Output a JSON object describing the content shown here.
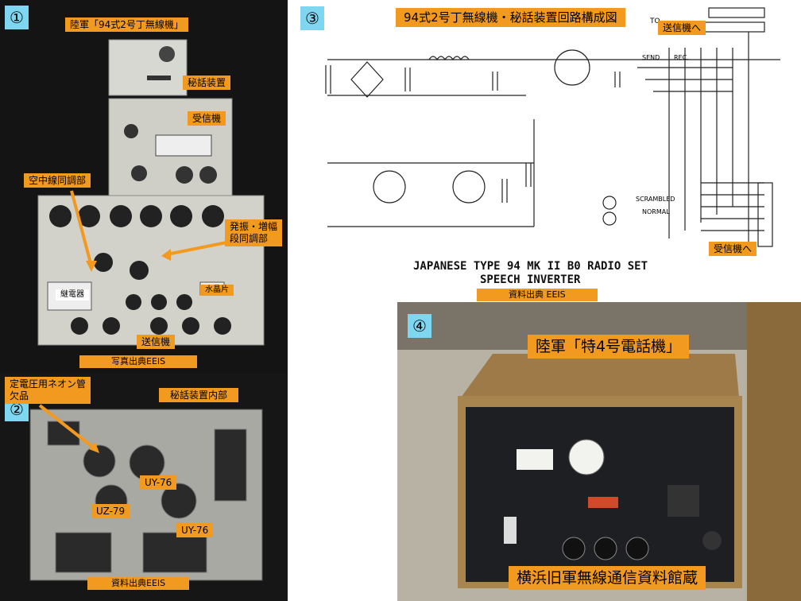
{
  "panel1": {
    "number": "①",
    "title": "陸軍「94式2号丁無線機」",
    "labels": {
      "scrambler": "秘話装置",
      "receiver": "受信機",
      "antenna_tuner": "空中線同調部",
      "osc_amp_tuner_l1": "発振・増幅",
      "osc_amp_tuner_l2": "段同調部",
      "transmitter": "送信機",
      "relay": "継電器",
      "crystal": "水晶片"
    },
    "source": "写真出典EEIS"
  },
  "panel2": {
    "number": "②",
    "label_neon_l1": "定電圧用ネオン管",
    "label_neon_l2": "欠品",
    "title": "秘話装置内部",
    "tube1": "UY-76",
    "tube2": "UZ-79",
    "tube3": "UY-76",
    "source": "資料出典EEIS"
  },
  "panel3": {
    "number": "③",
    "title": "94式2号丁無線機・秘話装置回路構成図",
    "to_transmitter": "送信機へ",
    "to_receiver": "受信機へ",
    "to_text": "TO",
    "send": "SEND",
    "rec": "REC.",
    "scrambled": "SCRAMBLED",
    "normal": "NORMAL",
    "caption1": "JAPANESE TYPE 94 MK II B0 RADIO SET",
    "caption2": "SPEECH INVERTER",
    "source": "資料出典 EEIS"
  },
  "panel4": {
    "number": "④",
    "title": "陸軍「特4号電話機」",
    "museum": "横浜旧軍無線通信資料館蔵"
  },
  "colors": {
    "label": "#f29a1f",
    "number_badge": "#7fd6f0"
  }
}
